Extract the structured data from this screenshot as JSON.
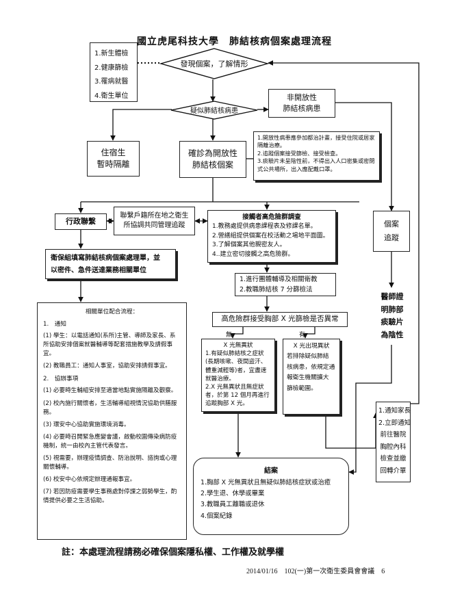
{
  "title": "國立虎尾科技大學　肺結核病個案處理流程",
  "sources": [
    "1.新生體檢",
    "2.健康篩檢",
    "3.罹病就醫",
    "4.衛生單位"
  ],
  "discover": "發現個案，了解情形",
  "suspect": "疑似肺結核病患",
  "non_open": [
    "非開放性",
    "肺結核病患"
  ],
  "residence": [
    "住宿生",
    "暫時隔離"
  ],
  "confirmed": [
    "確診為開放性",
    "肺結核個案"
  ],
  "non_open_notes": [
    "1.開放性病患應參加都治計畫，接受住院或居家隔離治療。",
    "2.追蹤個案接受篩檢、接受檢查。",
    "3.痰驗片未呈陰性前，不得出入人口密集或密閉式公共場所，出入應配戴口罩。"
  ],
  "admin": "行政聯繫",
  "contact_health": [
    "聯繫戶籍所在地之衛生",
    "所協調共同管理追蹤"
  ],
  "contact_survey": {
    "title": "接觸者高危險群調查",
    "items": [
      "1.教務處提供病患課程表及修課名單。",
      "2.營繕組提供個案在校活動之場地平面圖。",
      "3.了解個案其他親密友人。",
      "4..建立密切接觸之高危險群。"
    ]
  },
  "case_track": [
    "個案",
    "追蹤"
  ],
  "doctor_note": [
    "醫師證",
    "明肺部",
    "痰驗片",
    "為陰性"
  ],
  "fill_form": [
    "衛保組填寫肺結核病個案處理單，並",
    "以密件、急件送達業務相關單位"
  ],
  "group_edu": [
    "1.進行團體輔導及相關衛教",
    "2.教職肺結核 7 分篩檢法"
  ],
  "xray_q": "高危險群接受胸部 X 光篩檢是否異常",
  "no": "無",
  "yes": "有",
  "xray_normal": {
    "title": "X 光無異狀",
    "lines": [
      "1.有疑似肺結核之症狀",
      "(長期咳嗽、夜間盜汗、",
      "體重減輕等)者，宜盡速",
      "就醫治療。",
      "2.X 光無異狀且無症狀",
      "者，於第 12 個月再進行",
      "追蹤胸部 X 光。"
    ]
  },
  "xray_abnormal": {
    "title": "X 光出現異狀",
    "lines": [
      "若排除疑似肺結",
      "核病患，依規定通",
      "報衛生機關擴大",
      "篩檢範圍。"
    ]
  },
  "notify": [
    "1.通知家長",
    "2.立即通知",
    "前往醫院",
    "胸腔內科",
    "檢查並繳",
    "回轉介單"
  ],
  "coop": {
    "title": "相關單位配合流程：",
    "sec1": "1.　通知",
    "sec1_items": [
      "(1) 學生：以電話通知(系所)主管、導師及家長、系所協助安排個案就醫輔導等配套措施教學及請假事宜。",
      "(2) 教職員工：通知人事室，協助安排請假事宜。"
    ],
    "sec2": "2.　協辦事項",
    "sec2_items": [
      "(1) 必要時生輔組安排至適當地點實施隔離及觀察。",
      "(2) 校內施行關懷者，生活輔導組視情況協助供膳服務。",
      "(3) 環安中心協助實施環境消毒。",
      "(4) 必要時召開緊急應變會議，啟動校園傳染病防疫機制，統一由校內主管代表發言。",
      "(5) 視需要，辦理疫情調查、防治說明、諮詢或心理關懷輔導。",
      "(6) 校安中心依規定辦理通報事宜。",
      "(7) 若因防疫需要學生事務處對停課之弱勢學生，酌情提供必要之生活協助。"
    ]
  },
  "outcome": {
    "title": "結案",
    "items": [
      "1.胸部 X 光無異狀且無疑似肺結核症狀或治癒",
      "2.學生退、休學或畢業",
      "3.教職員工離職或退休",
      "4.個案紀錄"
    ]
  },
  "note": "註：本處理流程請務必確保個案隱私權、工作權及就學權",
  "footer": "2014/01/16　102(一)第一次衛生委員會會議　6"
}
